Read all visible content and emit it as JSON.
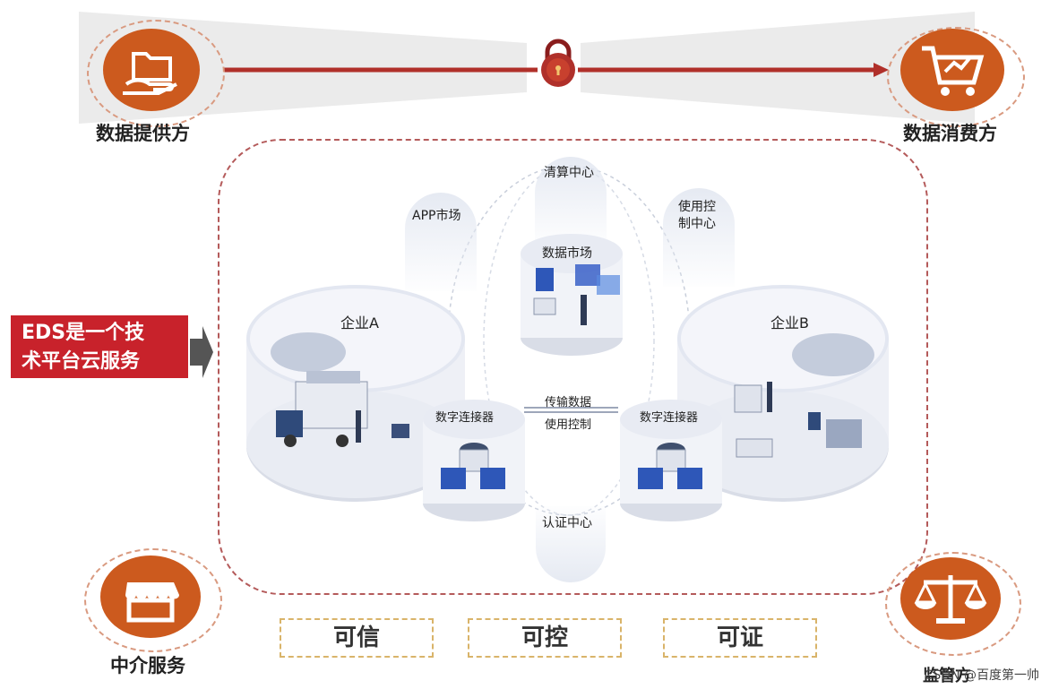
{
  "roles": {
    "provider": "数据提供方",
    "consumer": "数据消费方",
    "intermediary": "中介服务",
    "regulator": "监管方"
  },
  "eds_callout": {
    "line1": "EDS是一个技",
    "line2": "术平台云服务"
  },
  "centers": {
    "clearing": "清算中心",
    "app_market": "APP市场",
    "usage_control_center_line1": "使用控",
    "usage_control_center_line2": "制中心",
    "data_market": "数据市场",
    "auth_center": "认证中心"
  },
  "enterprises": {
    "a": "企业A",
    "b": "企业B"
  },
  "connectors": {
    "left": "数字连接器",
    "right": "数字连接器"
  },
  "link": {
    "top": "传输数据",
    "bottom": "使用控制"
  },
  "values": [
    "可信",
    "可控",
    "可证"
  ],
  "watermark": "CSDN @百度第一帅",
  "colors": {
    "accent_orange": "#cc5a1e",
    "accent_red": "#c8222b",
    "arrow_red": "#b0302a",
    "frame_dash": "#b45a5a"
  },
  "icons": {
    "provider": "folder-hand-icon",
    "consumer": "shopping-cart-icon",
    "intermediary": "storefront-icon",
    "regulator": "scales-icon",
    "lock": "padlock-icon"
  }
}
